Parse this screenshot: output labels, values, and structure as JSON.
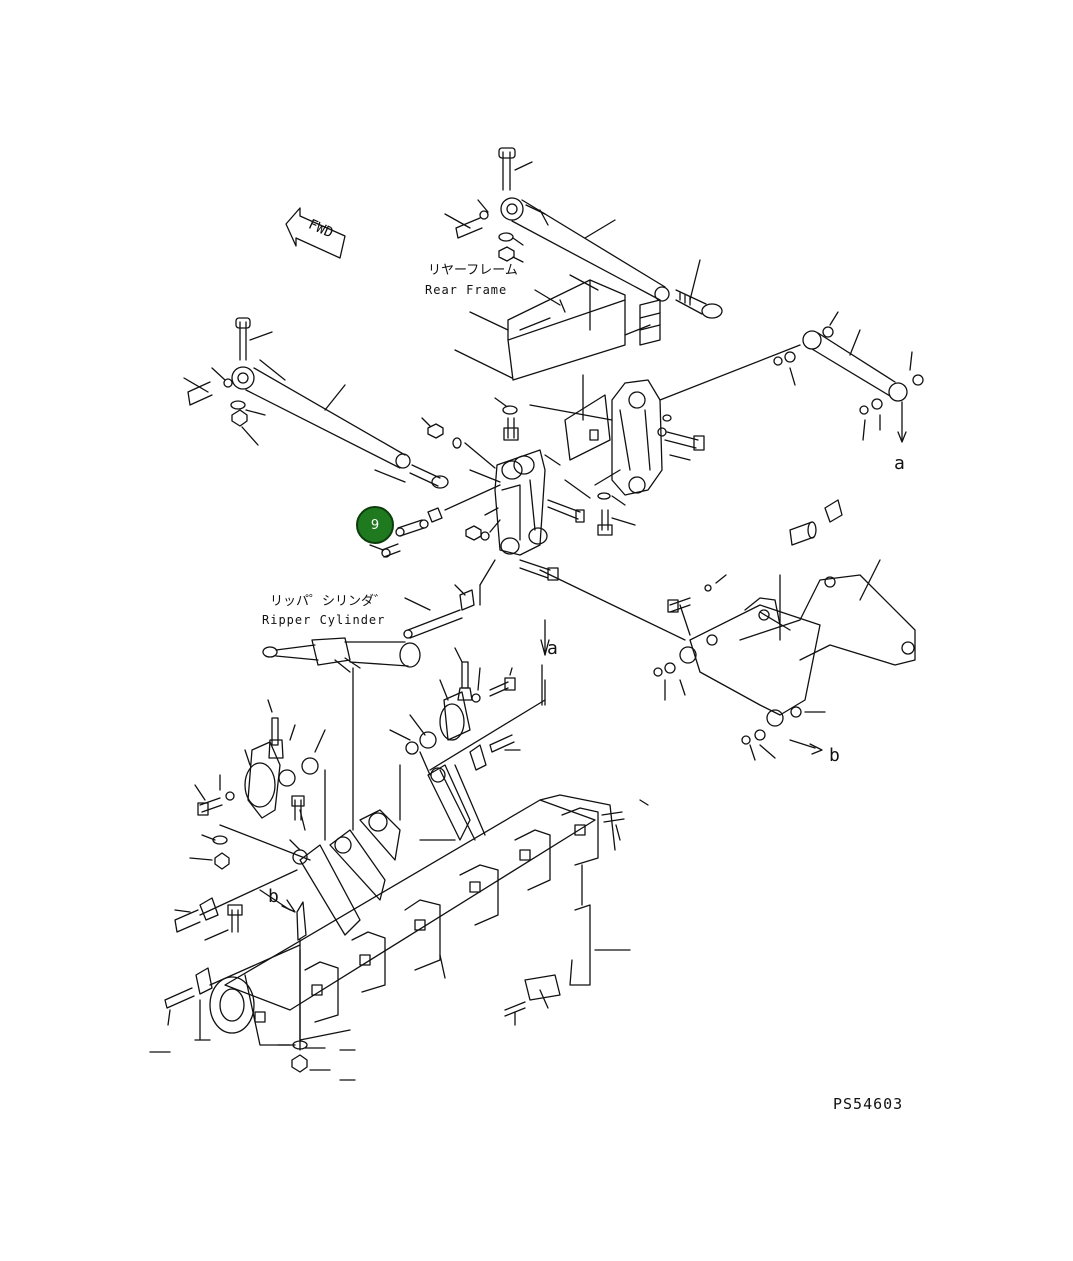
{
  "labels": {
    "fwd": "FWD",
    "rear_frame_jp": "リヤーフレーム",
    "rear_frame_en": "Rear Frame",
    "ripper_cylinder_jp": "リッパ゜シリンダ゛",
    "ripper_cylinder_en": "Ripper Cylinder",
    "ref_a": "a",
    "ref_b": "b",
    "drawing_number": "PS54603"
  },
  "callout": {
    "number": "9",
    "color": "#1f7a1f"
  },
  "line_color": "#111111"
}
